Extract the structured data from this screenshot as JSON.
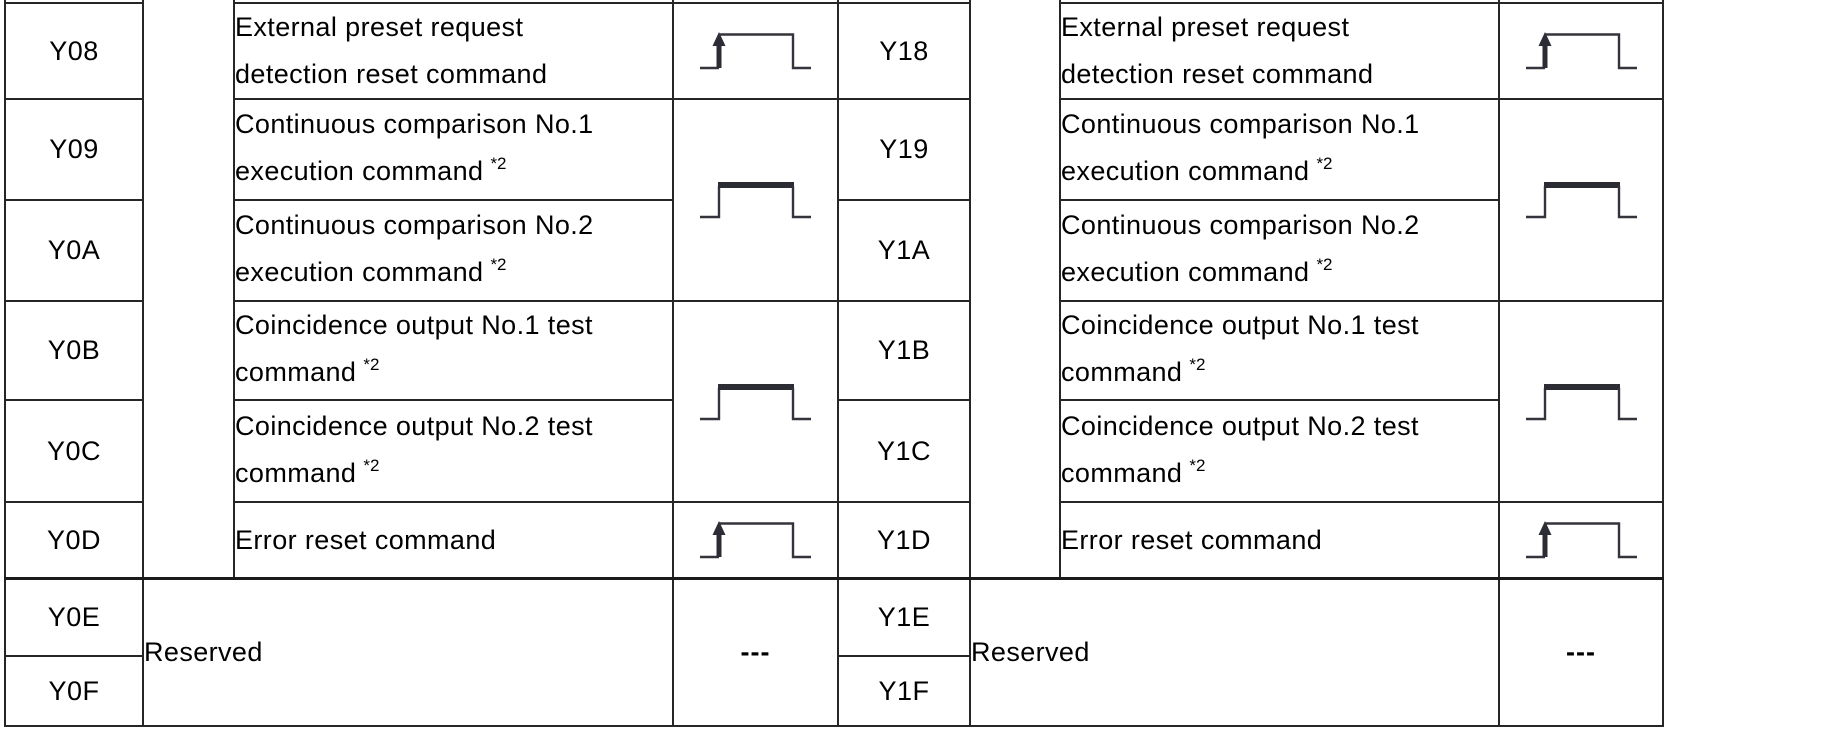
{
  "page": {
    "background": "#ffffff"
  },
  "table": {
    "left_codes": [
      "Y08",
      "Y09",
      "Y0A",
      "Y0B",
      "Y0C",
      "Y0D",
      "Y0E",
      "Y0F"
    ],
    "right_codes": [
      "Y18",
      "Y19",
      "Y1A",
      "Y1B",
      "Y1C",
      "Y1D",
      "Y1E",
      "Y1F"
    ],
    "descriptions": {
      "external_preset_reset": {
        "line1": "External preset request",
        "line2": "detection reset command"
      },
      "continuous_comparison_no1": {
        "line1": "Continuous comparison No.1",
        "line2": "execution command",
        "note": "*2"
      },
      "continuous_comparison_no2": {
        "line1": "Continuous comparison No.2",
        "line2": "execution command",
        "note": "*2"
      },
      "coincidence_output_no1": {
        "line1": "Coincidence output No.1 test",
        "line2": "command",
        "note": "*2"
      },
      "coincidence_output_no2": {
        "line1": "Coincidence output No.2 test",
        "line2": "command",
        "note": "*2"
      },
      "error_reset": {
        "line1": "Error reset command"
      },
      "reserved": "Reserved"
    },
    "no_waveform": "---",
    "waveform_types": {
      "edge": "pulse-rising-edge",
      "level": "pulse-high-level"
    },
    "colors": {
      "code_cell_background": "#d8d8d8",
      "grid_border": "#262626",
      "waveform_stroke": "#32323a",
      "text": "#000000"
    }
  }
}
